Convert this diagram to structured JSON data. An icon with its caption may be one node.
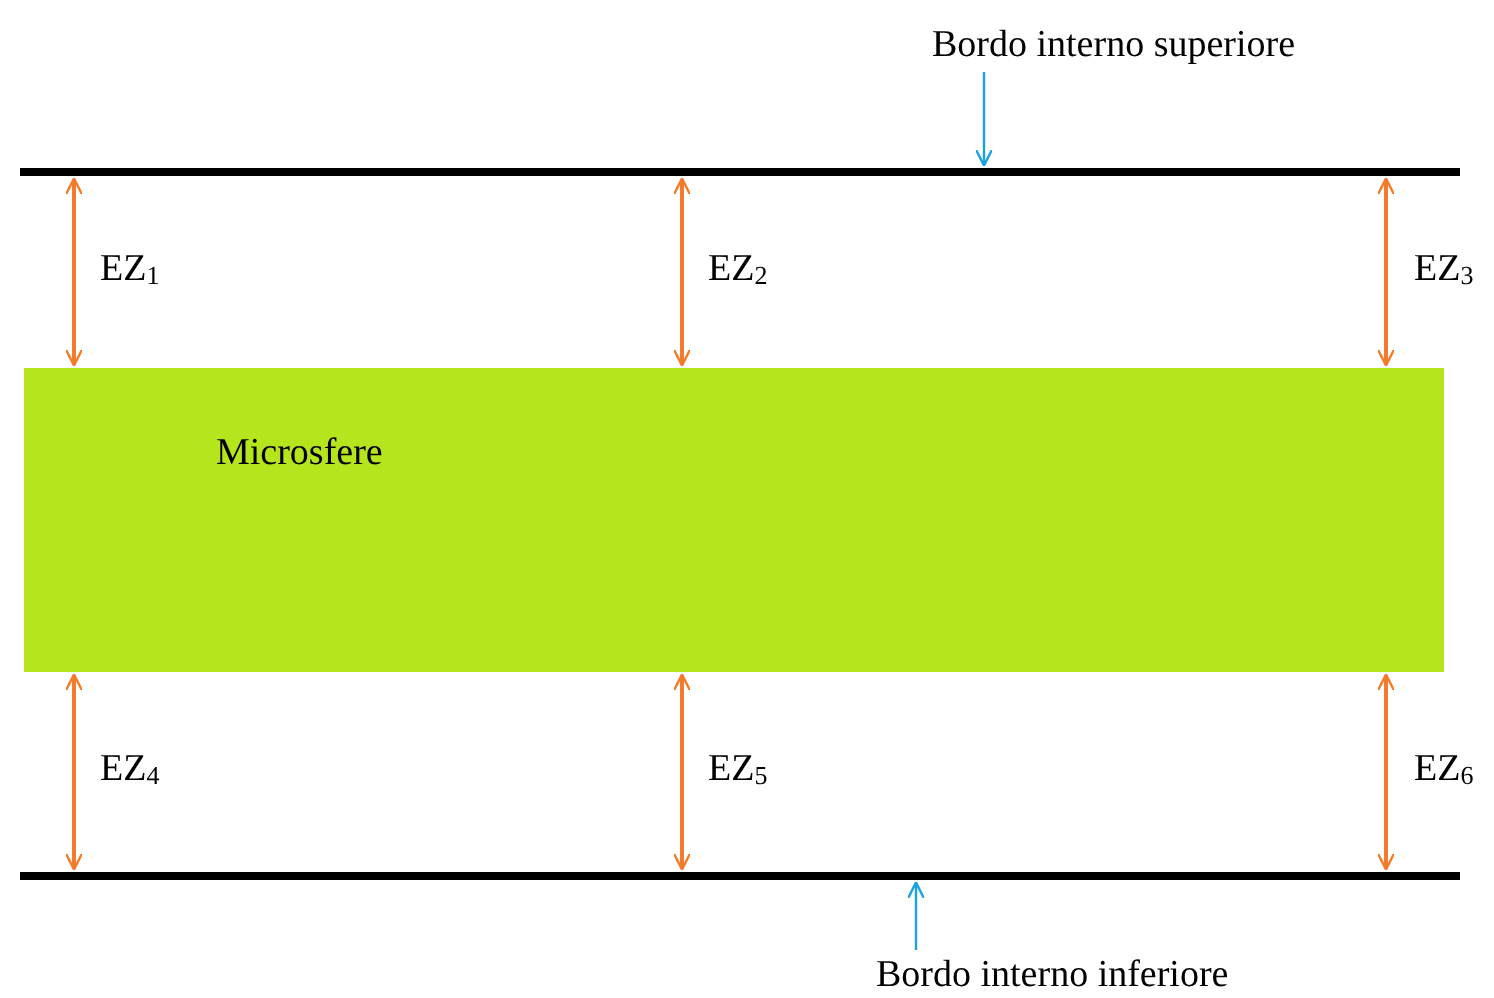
{
  "diagram": {
    "nodes": [
      {
        "text": [
          "Bordo interno superiore"
        ]
      },
      {
        "text": [],
        "shape": "bar"
      },
      {
        "text": [
          "Microsfere"
        ]
      },
      {
        "text": [],
        "shape": "bar"
      },
      {
        "text": [
          "Bordo interno inferiore"
        ]
      }
    ],
    "edges": [
      {
        "from": 0,
        "to": 1,
        "arrow": "to",
        "color": "#1aa3e0"
      },
      {
        "from": 1,
        "to": 2,
        "arrow": "both",
        "label": "EZ$_{1}$"
      },
      {
        "from": 1,
        "to": 2,
        "arrow": "both",
        "label": "EZ$_{2}$"
      },
      {
        "from": 1,
        "to": 2,
        "arrow": "both",
        "label": "EZ$_{3}$"
      },
      {
        "from": 2,
        "to": 3,
        "arrow": "both",
        "label": "EZ$_{4}$"
      },
      {
        "from": 2,
        "to": 3,
        "arrow": "both",
        "label": "EZ$_{5}$"
      },
      {
        "from": 2,
        "to": 3,
        "arrow": "both",
        "label": "EZ$_{6}$"
      },
      {
        "from": 4,
        "to": 3,
        "arrow": "to",
        "color": "#1aa3e0"
      }
    ]
  }
}
